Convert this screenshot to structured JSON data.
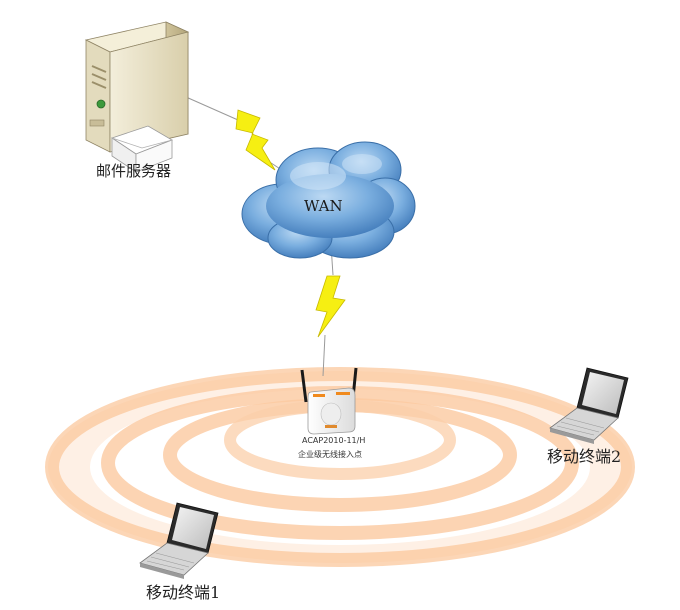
{
  "nodes": {
    "server": {
      "label": "邮件服务器"
    },
    "cloud": {
      "label": "WAN"
    },
    "access_point": {
      "model": "ACAP2010-11/H",
      "description": "企业级无线接入点"
    },
    "terminal2": {
      "label": "移动终端2"
    },
    "terminal1": {
      "label": "移动终端1"
    }
  },
  "links": [
    {
      "from": "server",
      "to": "cloud",
      "type": "wireless-bolt"
    },
    {
      "from": "cloud",
      "to": "access_point",
      "type": "wireless-bolt"
    }
  ],
  "colors": {
    "bolt": "#f5f000",
    "cloud": "#6fa4d8",
    "ring": "#fbbf8e",
    "server_body": "#e6dfc4"
  }
}
